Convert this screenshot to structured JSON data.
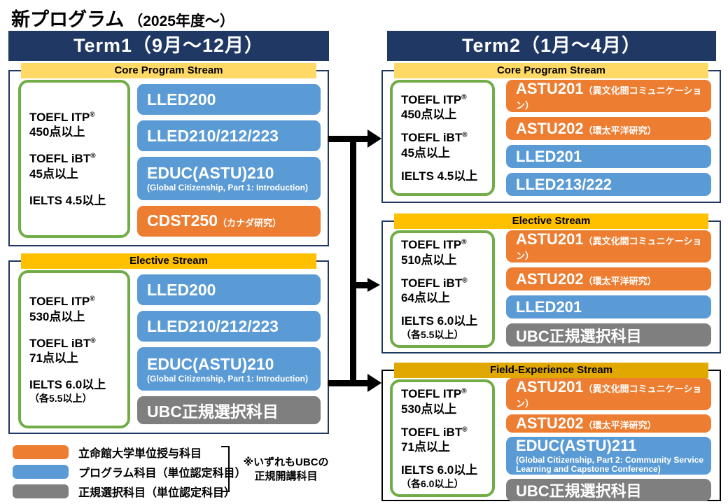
{
  "title": {
    "main": "新プログラム",
    "sub": "（2025年度～）"
  },
  "palette": {
    "navy": "#1F3864",
    "stream_yellow": "#FFD966",
    "stream_gold": "#FFC000",
    "stream_dark_gold": "#E0A800",
    "course_blue": "#5B9BD5",
    "course_orange": "#ED7D31",
    "course_gray": "#7F7F7F",
    "requirement_green": "#70AD47"
  },
  "term1": {
    "header": "Term1（9月～12月）",
    "core": {
      "label": "Core Program Stream",
      "req": [
        {
          "line1": "TOEFL ITP",
          "sup": "®",
          "line2": "450点以上",
          "note": ""
        },
        {
          "line1": "TOEFL iBT",
          "sup": "®",
          "line2": "45点以上",
          "note": ""
        },
        {
          "line1": "IELTS 4.5以上",
          "sup": "",
          "line2": "",
          "note": ""
        }
      ],
      "courses": [
        {
          "code": "LLED200",
          "suffix": "",
          "sub": "",
          "category": "program"
        },
        {
          "code": "LLED210/212/223",
          "suffix": "",
          "sub": "",
          "category": "program"
        },
        {
          "code": "EDUC(ASTU)210",
          "suffix": "",
          "sub": "(Global Citizenship, Part 1: Introduction)",
          "category": "program"
        },
        {
          "code": "CDST250",
          "suffix": "（カナダ研究）",
          "sub": "",
          "category": "ritsumeikan"
        }
      ]
    },
    "elective": {
      "label": "Elective Stream",
      "req": [
        {
          "line1": "TOEFL ITP",
          "sup": "®",
          "line2": "530点以上",
          "note": ""
        },
        {
          "line1": "TOEFL iBT",
          "sup": "®",
          "line2": "71点以上",
          "note": ""
        },
        {
          "line1": "IELTS 6.0以上",
          "sup": "",
          "line2": "",
          "note": "（各5.5以上）"
        }
      ],
      "courses": [
        {
          "code": "LLED200",
          "suffix": "",
          "sub": "",
          "category": "program"
        },
        {
          "code": "LLED210/212/223",
          "suffix": "",
          "sub": "",
          "category": "program"
        },
        {
          "code": "EDUC(ASTU)210",
          "suffix": "",
          "sub": "(Global Citizenship, Part 1: Introduction)",
          "category": "program"
        },
        {
          "code": "UBC正規選択科目",
          "suffix": "",
          "sub": "",
          "category": "regular"
        }
      ]
    }
  },
  "term2": {
    "header": "Term2（1月～4月）",
    "core": {
      "label": "Core Program Stream",
      "req": [
        {
          "line1": "TOEFL ITP",
          "sup": "®",
          "line2": "450点以上",
          "note": ""
        },
        {
          "line1": "TOEFL iBT",
          "sup": "®",
          "line2": "45点以上",
          "note": ""
        },
        {
          "line1": "IELTS 4.5以上",
          "sup": "",
          "line2": "",
          "note": ""
        }
      ],
      "courses": [
        {
          "code": "ASTU201",
          "suffix": "（異文化間コミュニケーション）",
          "sub": "",
          "category": "ritsumeikan"
        },
        {
          "code": "ASTU202",
          "suffix": "（環太平洋研究）",
          "sub": "",
          "category": "ritsumeikan"
        },
        {
          "code": "LLED201",
          "suffix": "",
          "sub": "",
          "category": "program"
        },
        {
          "code": "LLED213/222",
          "suffix": "",
          "sub": "",
          "category": "program"
        }
      ]
    },
    "elective": {
      "label": "Elective Stream",
      "req": [
        {
          "line1": "TOEFL ITP",
          "sup": "®",
          "line2": "510点以上",
          "note": ""
        },
        {
          "line1": "TOEFL iBT",
          "sup": "®",
          "line2": "64点以上",
          "note": ""
        },
        {
          "line1": "IELTS 6.0以上",
          "sup": "",
          "line2": "",
          "note": "（各5.5以上）"
        }
      ],
      "courses": [
        {
          "code": "ASTU201",
          "suffix": "（異文化間コミュニケーション）",
          "sub": "",
          "category": "ritsumeikan"
        },
        {
          "code": "ASTU202",
          "suffix": "（環太平洋研究）",
          "sub": "",
          "category": "ritsumeikan"
        },
        {
          "code": "LLED201",
          "suffix": "",
          "sub": "",
          "category": "program"
        },
        {
          "code": "UBC正規選択科目",
          "suffix": "",
          "sub": "",
          "category": "regular"
        }
      ]
    },
    "field": {
      "label": "Field-Experience Stream",
      "req": [
        {
          "line1": "TOEFL ITP",
          "sup": "®",
          "line2": "530点以上",
          "note": ""
        },
        {
          "line1": "TOEFL iBT",
          "sup": "®",
          "line2": "71点以上",
          "note": ""
        },
        {
          "line1": "IELTS 6.0以上",
          "sup": "",
          "line2": "",
          "note": "（各6.0以上）"
        }
      ],
      "courses": [
        {
          "code": "ASTU201",
          "suffix": "（異文化間コミュニケーション）",
          "sub": "",
          "category": "ritsumeikan"
        },
        {
          "code": "ASTU202",
          "suffix": "（環太平洋研究）",
          "sub": "",
          "category": "ritsumeikan"
        },
        {
          "code": "EDUC(ASTU)211",
          "suffix": "",
          "sub": "(Global Citizenship, Part 2: Community Service Learning and Capstone Conference)",
          "category": "program"
        },
        {
          "code": "UBC正規選択科目",
          "suffix": "",
          "sub": "",
          "category": "regular"
        }
      ]
    }
  },
  "legend": {
    "items": [
      {
        "label": "立命館大学単位授与科目",
        "color": "#ED7D31"
      },
      {
        "label": "プログラム科目（単位認定科目）",
        "color": "#5B9BD5"
      },
      {
        "label": "正規選択科目（単位認定科目）",
        "color": "#7F7F7F"
      }
    ],
    "note_line1": "※いずれもUBCの",
    "note_line2": "正規開講科目"
  }
}
